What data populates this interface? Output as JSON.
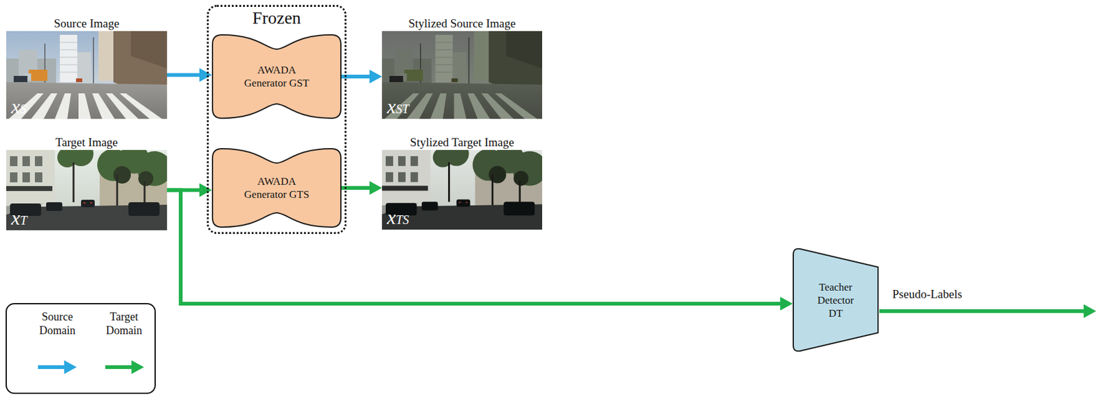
{
  "diagram": {
    "nodes": [
      {
        "text": [
          "Source Image",
          "xS"
        ]
      },
      {
        "text": [
          "Frozen"
        ]
      },
      {
        "text": [
          "AWADA Generator GST"
        ],
        "in": 1
      },
      {
        "text": [
          "AWADA Generator GTS"
        ],
        "in": 1
      },
      {
        "text": [
          "Stylized Source Image",
          "xST"
        ]
      },
      {
        "text": [
          "Target Image",
          "xT"
        ]
      },
      {
        "text": [
          "Stylized Target Image",
          "xTS"
        ]
      },
      {
        "text": [
          "Teacher Detector DT"
        ]
      }
    ],
    "edges": [
      {
        "from": 0,
        "to": 2,
        "arrow": "to"
      },
      {
        "from": 2,
        "to": 4,
        "arrow": "to"
      },
      {
        "from": 5,
        "to": 3,
        "arrow": "to"
      },
      {
        "from": 3,
        "to": 6,
        "arrow": "to"
      },
      {
        "from": 5,
        "to": 7,
        "arrow": "to"
      }
    ],
    "labels": [
      "Pseudo-Labels"
    ],
    "legend": [
      {
        "text": "Source Domain"
      },
      {
        "text": "Target Domain"
      }
    ]
  }
}
